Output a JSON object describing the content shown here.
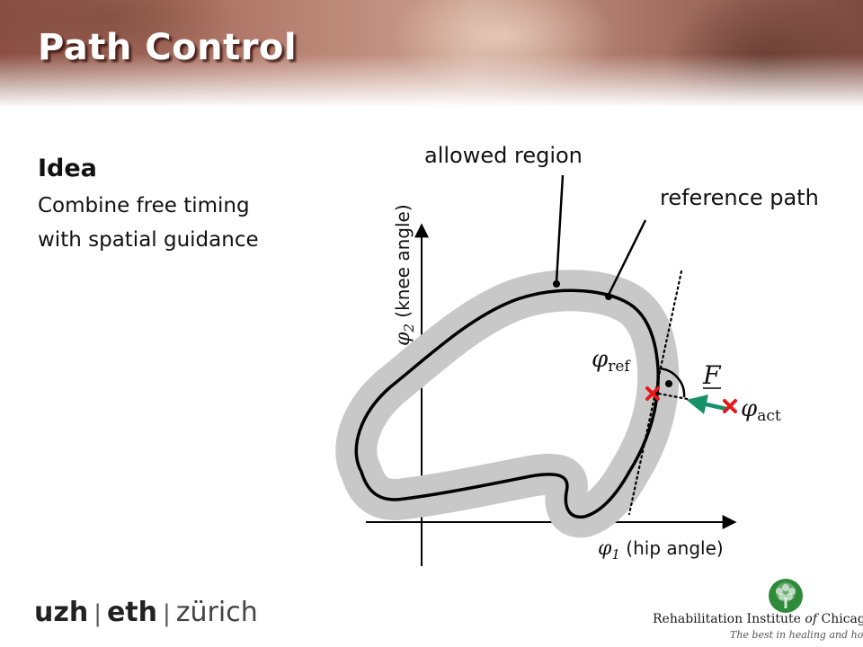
{
  "slide": {
    "title": "Path Control"
  },
  "idea": {
    "heading": "Idea",
    "lines": [
      "Combine free timing",
      "with spatial guidance"
    ]
  },
  "diagram": {
    "allowed_region_label": "allowed region",
    "reference_path_label": "reference path",
    "y_axis": {
      "symbol": "φ",
      "subscript": "2",
      "label": " (knee angle)"
    },
    "x_axis": {
      "symbol": "φ",
      "subscript": "1",
      "label": " (hip angle)"
    },
    "phi_ref": {
      "symbol": "φ",
      "subscript": "ref"
    },
    "phi_act": {
      "symbol": "φ",
      "subscript": "act"
    },
    "force_label": "F",
    "colors": {
      "allowed_region": "#c8c8c8",
      "reference_path": "#000000",
      "marker": "#e8171b",
      "force_arrow": "#1a9068"
    }
  },
  "footer": {
    "uzh": "uzh",
    "eth": "eth",
    "zurich": "zürich",
    "separator": "|",
    "ric_name_pre": "Rehabilitation Institute ",
    "ric_name_of": "of",
    "ric_name_post": " Chicago",
    "ric_tagline": "The best in healing and hope."
  }
}
